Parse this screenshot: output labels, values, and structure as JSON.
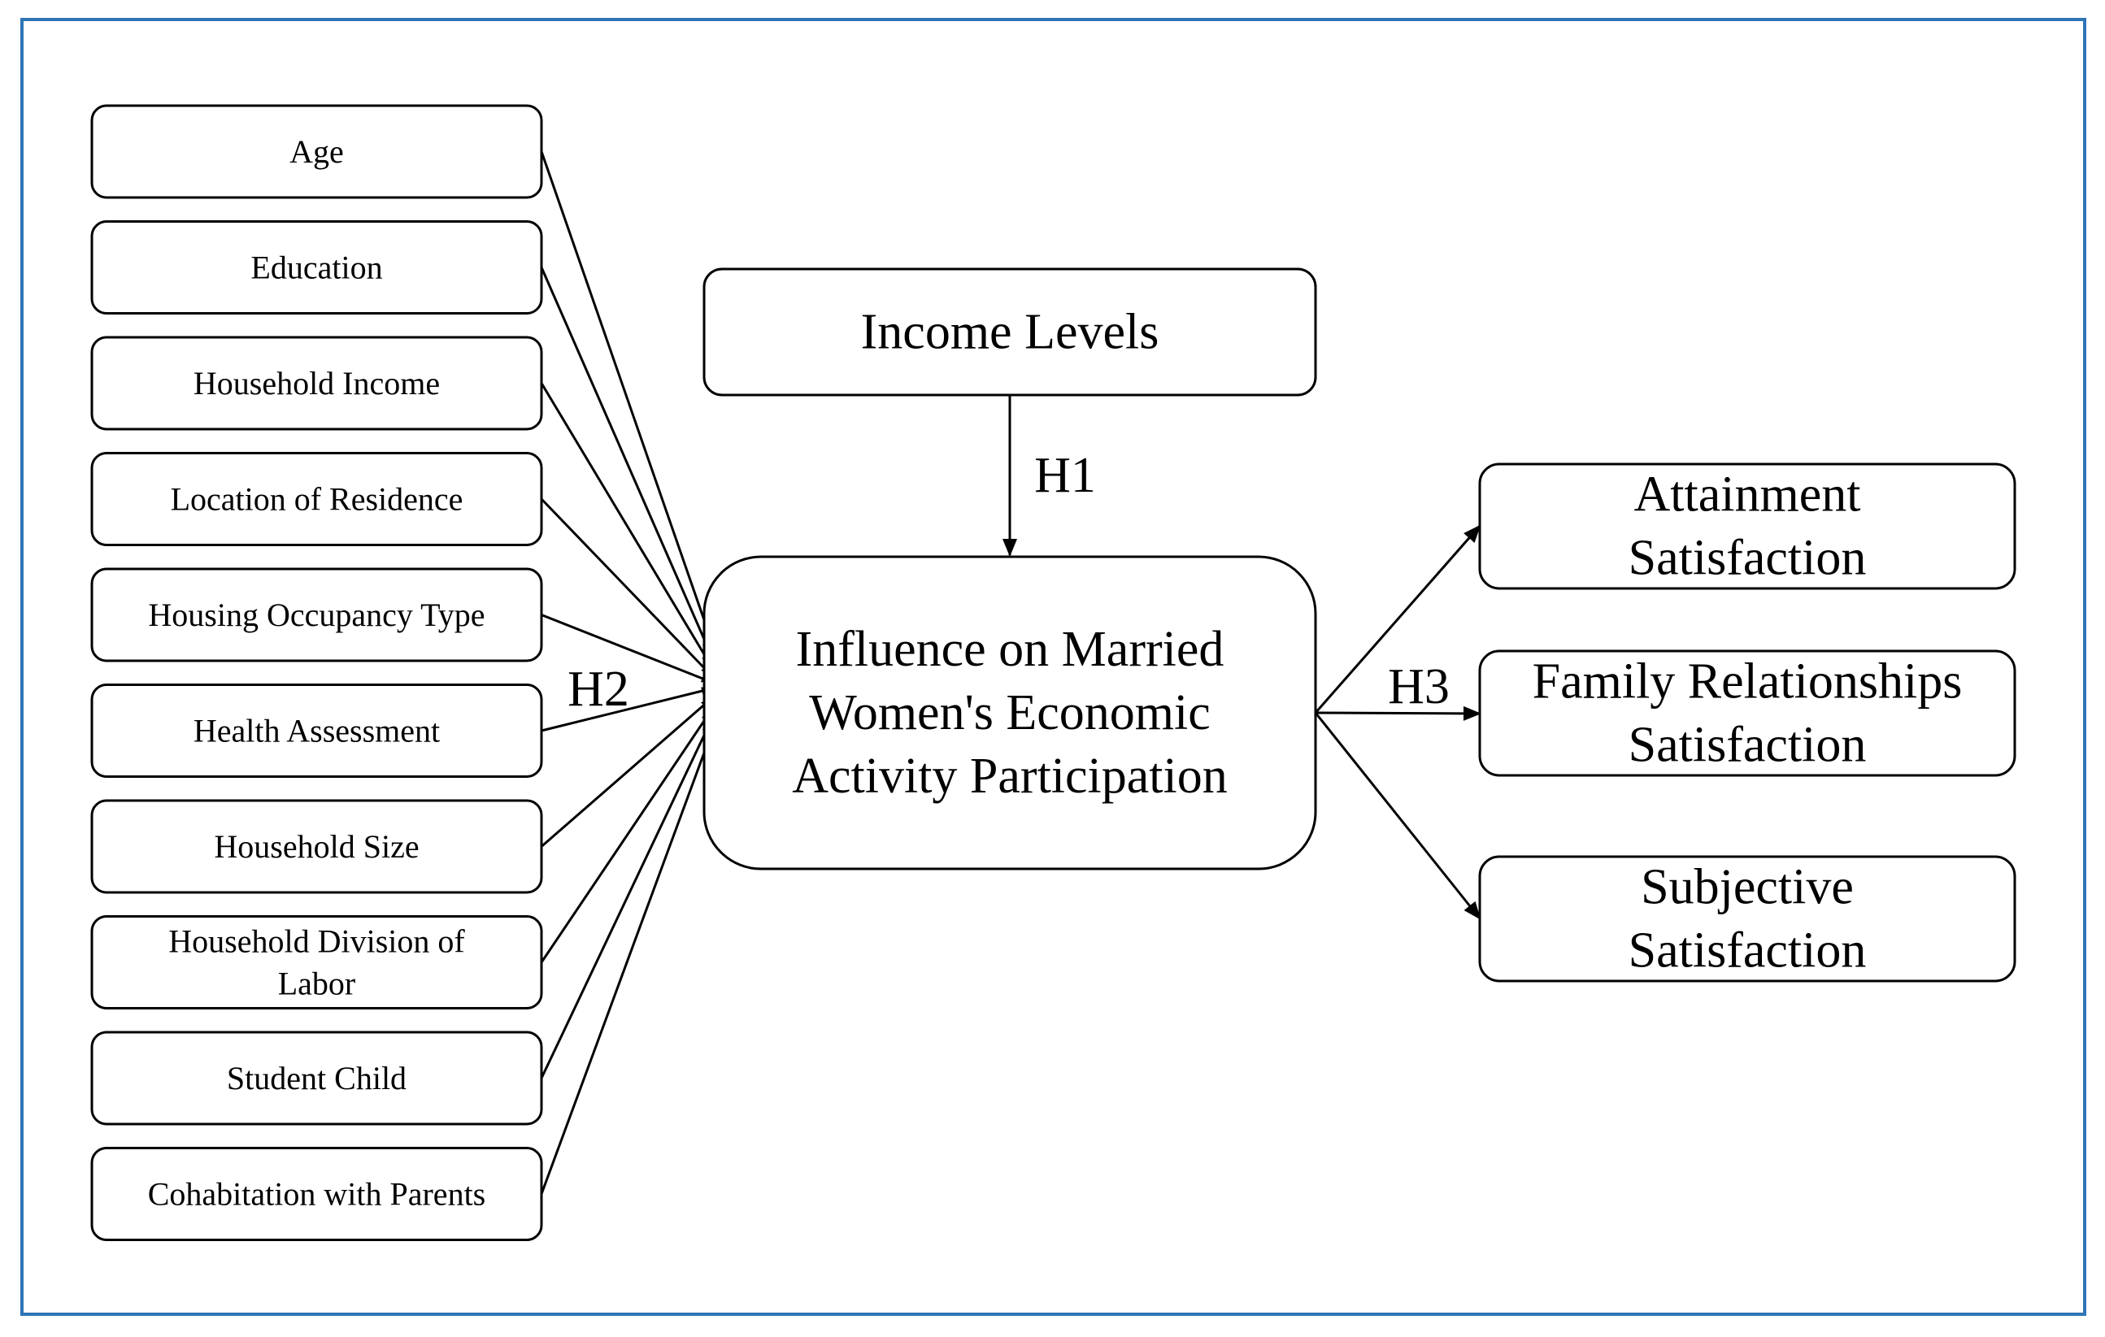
{
  "predictors": [
    {
      "id": "age",
      "lines": [
        "Age"
      ]
    },
    {
      "id": "education",
      "lines": [
        "Education"
      ]
    },
    {
      "id": "household-income",
      "lines": [
        "Household Income"
      ]
    },
    {
      "id": "location-of-residence",
      "lines": [
        "Location of Residence"
      ]
    },
    {
      "id": "housing-occupancy-type",
      "lines": [
        "Housing Occupancy Type"
      ]
    },
    {
      "id": "health-assessment",
      "lines": [
        "Health Assessment"
      ]
    },
    {
      "id": "household-size",
      "lines": [
        "Household Size"
      ]
    },
    {
      "id": "household-division-of-labor",
      "lines": [
        "Household Division of",
        "Labor"
      ]
    },
    {
      "id": "student-child",
      "lines": [
        "Student Child"
      ]
    },
    {
      "id": "cohabitation-with-parents",
      "lines": [
        "Cohabitation with Parents"
      ]
    }
  ],
  "income": {
    "lines": [
      "Income Levels"
    ]
  },
  "central": {
    "lines": [
      "Influence on Married",
      "Women's Economic",
      "Activity Participation"
    ]
  },
  "outcomes": [
    {
      "id": "attainment-satisfaction",
      "lines": [
        "Attainment",
        "Satisfaction"
      ]
    },
    {
      "id": "family-relationships-satisfaction",
      "lines": [
        "Family Relationships",
        "Satisfaction"
      ]
    },
    {
      "id": "subjective-satisfaction",
      "lines": [
        "Subjective",
        "Satisfaction"
      ]
    }
  ],
  "hypotheses": {
    "h1": "H1",
    "h2": "H2",
    "h3": "H3"
  },
  "colors": {
    "frame": "#2e75b6",
    "stroke": "#000000",
    "fill": "#ffffff"
  }
}
